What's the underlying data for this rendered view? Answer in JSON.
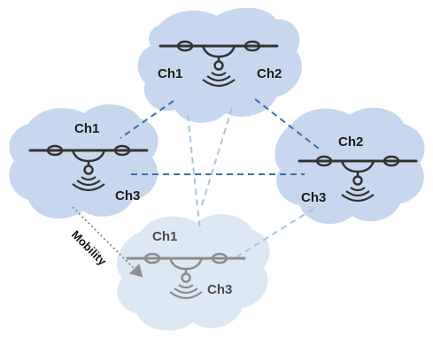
{
  "colors": {
    "cloud": "#c7d8ee",
    "cloud_faded": "#dde8f5",
    "link_strong": "#3a6cb0",
    "link_faded": "#a9c3e3",
    "drone": "#333333",
    "drone_faded": "#8c8c8c",
    "mobility_arrow": "#909090"
  },
  "nodes": {
    "top": {
      "ch_left": "Ch1",
      "ch_right": "Ch2"
    },
    "left": {
      "ch_top": "Ch1",
      "ch_bottom": "Ch3"
    },
    "right": {
      "ch_top": "Ch2",
      "ch_bottom": "Ch3"
    },
    "bottom": {
      "ch_top": "Ch1",
      "ch_bottom": "Ch3"
    }
  },
  "mobility_label": "Mobility"
}
